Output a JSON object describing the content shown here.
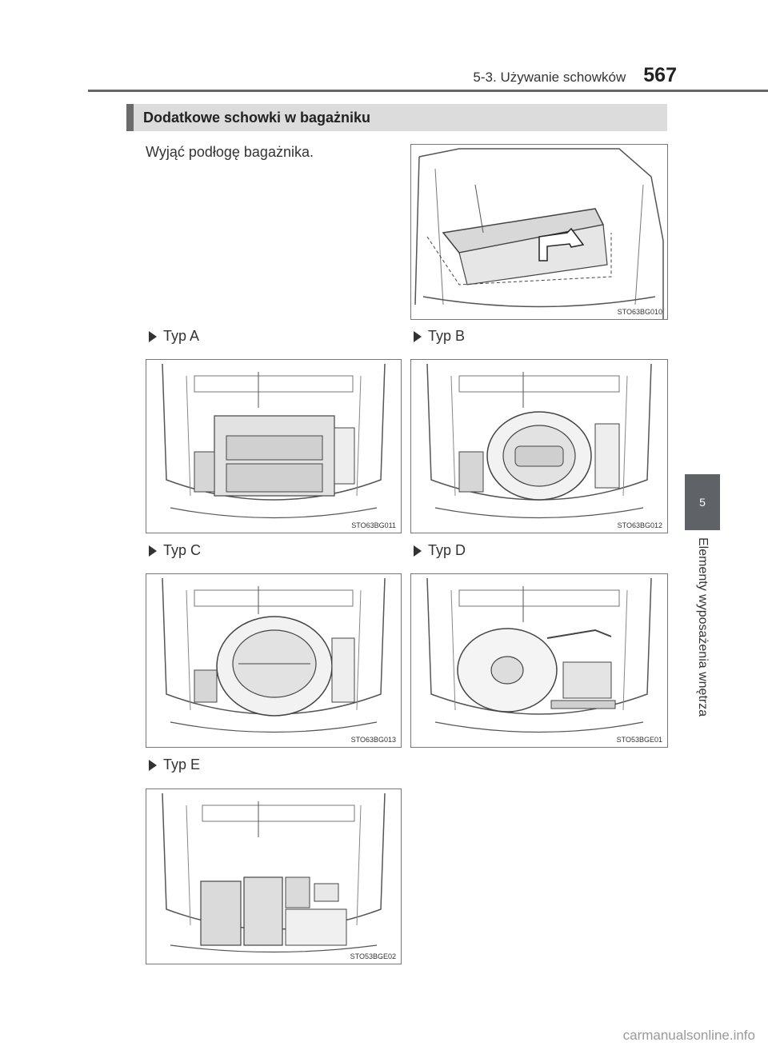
{
  "header": {
    "section": "5-3. Używanie schowków",
    "page_number": "567"
  },
  "box_title": "Dodatkowe schowki w bagażniku",
  "intro": "Wyjąć podłogę bagażnika.",
  "figures": [
    {
      "code": "STO63BG010"
    },
    {
      "label": "Typ A",
      "code": "STO63BG011"
    },
    {
      "label": "Typ B",
      "code": "STO63BG012"
    },
    {
      "label": "Typ C",
      "code": "STO63BG013"
    },
    {
      "label": "Typ D",
      "code": "STO53BGE01"
    },
    {
      "label": "Typ E",
      "code": "STO53BGE02"
    }
  ],
  "side_tab": {
    "number": "5",
    "title": "Elementy wyposażenia wnętrza"
  },
  "watermark": "carmanualsonline.info"
}
